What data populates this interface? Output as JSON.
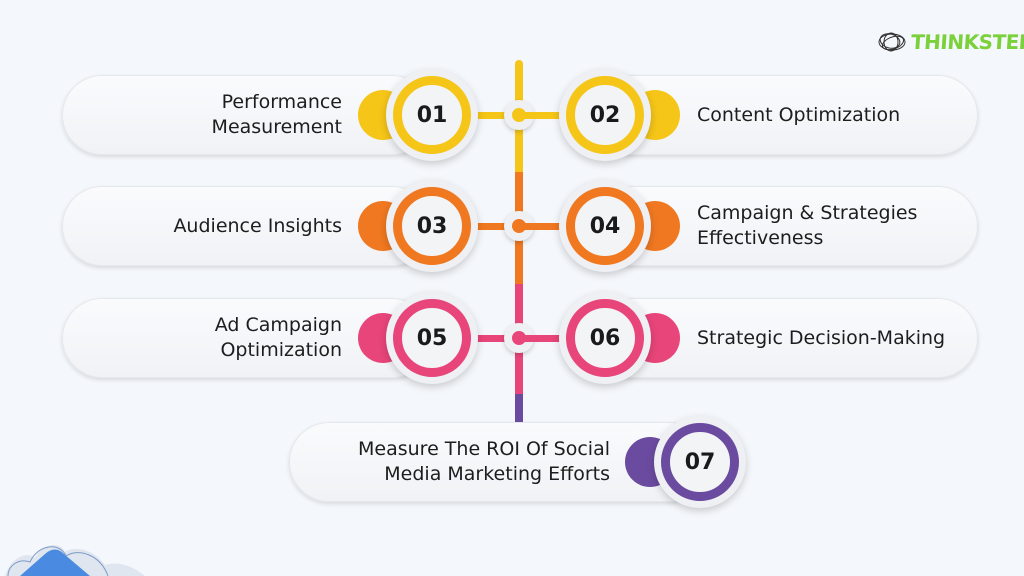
{
  "logo": {
    "text": "THINKSTER"
  },
  "colors": {
    "yellow": "#F5C518",
    "orange": "#F07820",
    "pink": "#E8457A",
    "purple": "#6B4BA0"
  },
  "items": [
    {
      "number": "01",
      "label": "Performance Measurement",
      "color": "#F5C518"
    },
    {
      "number": "02",
      "label": "Content Optimization",
      "color": "#F5C518"
    },
    {
      "number": "03",
      "label": "Audience Insights",
      "color": "#F07820"
    },
    {
      "number": "04",
      "label": "Campaign & Strategies Effectiveness",
      "color": "#F07820"
    },
    {
      "number": "05",
      "label": "Ad Campaign Optimization",
      "color": "#E8457A"
    },
    {
      "number": "06",
      "label": "Strategic Decision-Making",
      "color": "#E8457A"
    },
    {
      "number": "07",
      "label": "Measure The ROI Of Social Media Marketing Efforts",
      "color": "#6B4BA0"
    }
  ]
}
